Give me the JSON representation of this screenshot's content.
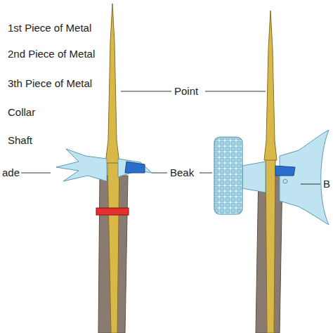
{
  "diagram": {
    "labels": [
      "1st Piece of Metal",
      "2nd Piece of Metal",
      "3th Piece of Metal",
      "Collar",
      "Shaft",
      "ade",
      "Point",
      "Beak",
      "B"
    ]
  }
}
